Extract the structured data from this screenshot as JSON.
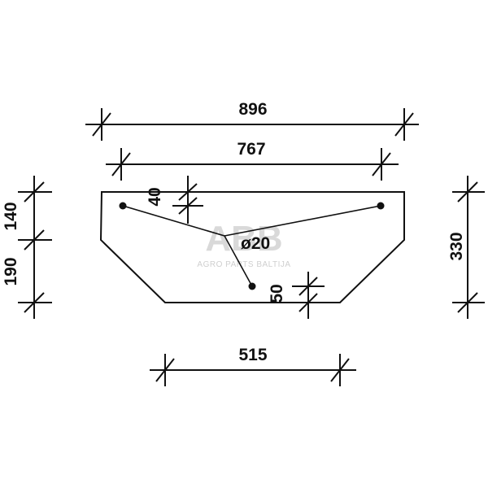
{
  "drawing": {
    "dimensions": {
      "top_width": "896",
      "upper_width": "767",
      "bottom_width": "515",
      "total_height": "330",
      "left_upper": "140",
      "left_lower": "190",
      "hole_offset_top": "40",
      "hole_offset_bottom": "50",
      "hole_diameter": "ø20"
    },
    "watermark": {
      "logo": "ABB",
      "tagline": "AGRO PARTS BALTIJA"
    }
  }
}
